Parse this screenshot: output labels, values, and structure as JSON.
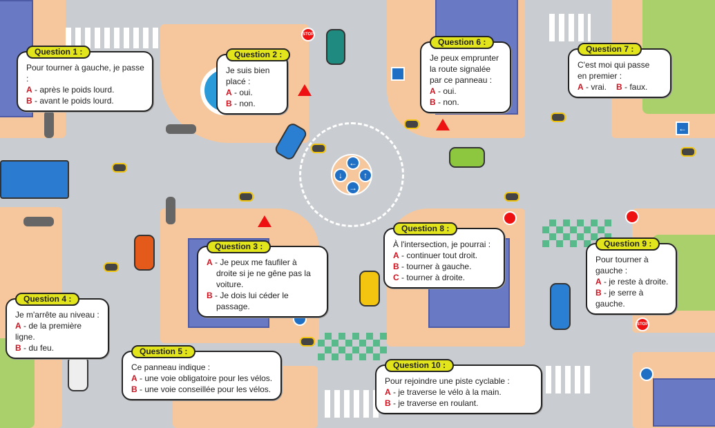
{
  "questions": [
    {
      "id": "q1",
      "title": "Question 1 :",
      "prompt": [
        "Pour tourner à gauche, je passe :"
      ],
      "options": [
        {
          "letter": "A",
          "text": " - après le poids lourd."
        },
        {
          "letter": "B",
          "text": " - avant le poids lourd."
        }
      ]
    },
    {
      "id": "q2",
      "title": "Question 2 :",
      "prompt": [
        "Je suis bien placé :"
      ],
      "inline": true,
      "options": [
        {
          "letter": "A",
          "text": " - oui."
        },
        {
          "letter": "B",
          "text": " - non."
        }
      ]
    },
    {
      "id": "q6",
      "title": "Question 6 :",
      "prompt": [
        "Je peux emprunter",
        "la route signalée",
        "par ce panneau :"
      ],
      "inline": true,
      "options": [
        {
          "letter": "A",
          "text": " - oui."
        },
        {
          "letter": "B",
          "text": " - non."
        }
      ]
    },
    {
      "id": "q7",
      "title": "Question 7 :",
      "prompt": [
        "C'est moi qui passe",
        "en premier :"
      ],
      "inline": true,
      "options": [
        {
          "letter": "A",
          "text": " - vrai."
        },
        {
          "letter": "B",
          "text": " - faux."
        }
      ]
    },
    {
      "id": "q3",
      "title": "Question 3 :",
      "prompt": [],
      "options": [
        {
          "letter": "A",
          "text": " - Je peux me faufiler à droite si je ne gêne pas la voiture."
        },
        {
          "letter": "B",
          "text": " - Je dois lui céder le passage."
        }
      ]
    },
    {
      "id": "q4",
      "title": "Question 4 :",
      "prompt": [
        "Je m'arrête au niveau :"
      ],
      "options": [
        {
          "letter": "A",
          "text": " - de la première ligne."
        },
        {
          "letter": "B",
          "text": " - du feu."
        }
      ]
    },
    {
      "id": "q5",
      "title": "Question 5 :",
      "prompt": [
        "Ce panneau indique :"
      ],
      "options": [
        {
          "letter": "A",
          "text": " - une voie obligatoire pour les vélos."
        },
        {
          "letter": "B",
          "text": " - une voie conseillée pour les vélos."
        }
      ]
    },
    {
      "id": "q8",
      "title": "Question 8 :",
      "prompt": [
        "À l'intersection, je pourrai :"
      ],
      "options": [
        {
          "letter": "A",
          "text": " - continuer tout droit."
        },
        {
          "letter": "B",
          "text": " - tourner à gauche."
        },
        {
          "letter": "C",
          "text": " - tourner à droite."
        }
      ]
    },
    {
      "id": "q9",
      "title": "Question 9 :",
      "prompt": [
        "Pour tourner à gauche :"
      ],
      "options": [
        {
          "letter": "A",
          "text": " - je reste à droite."
        },
        {
          "letter": "B",
          "text": " - je serre à gauche."
        }
      ]
    },
    {
      "id": "q10",
      "title": "Question 10 :",
      "prompt": [
        "Pour rejoindre une piste cyclable :"
      ],
      "options": [
        {
          "letter": "A",
          "text": " - je traverse le vélo à la main."
        },
        {
          "letter": "B",
          "text": " - je traverse en roulant."
        }
      ]
    }
  ],
  "signs": {
    "stop": "STOP",
    "arrow_left": "←",
    "arrow_right": "→",
    "arrow_up": "↑",
    "arrow_down": "↓"
  },
  "colors": {
    "label": "#e3e51c",
    "letter": "#cc1421",
    "block": "#f6c79c",
    "road": "#c7cbd1"
  }
}
